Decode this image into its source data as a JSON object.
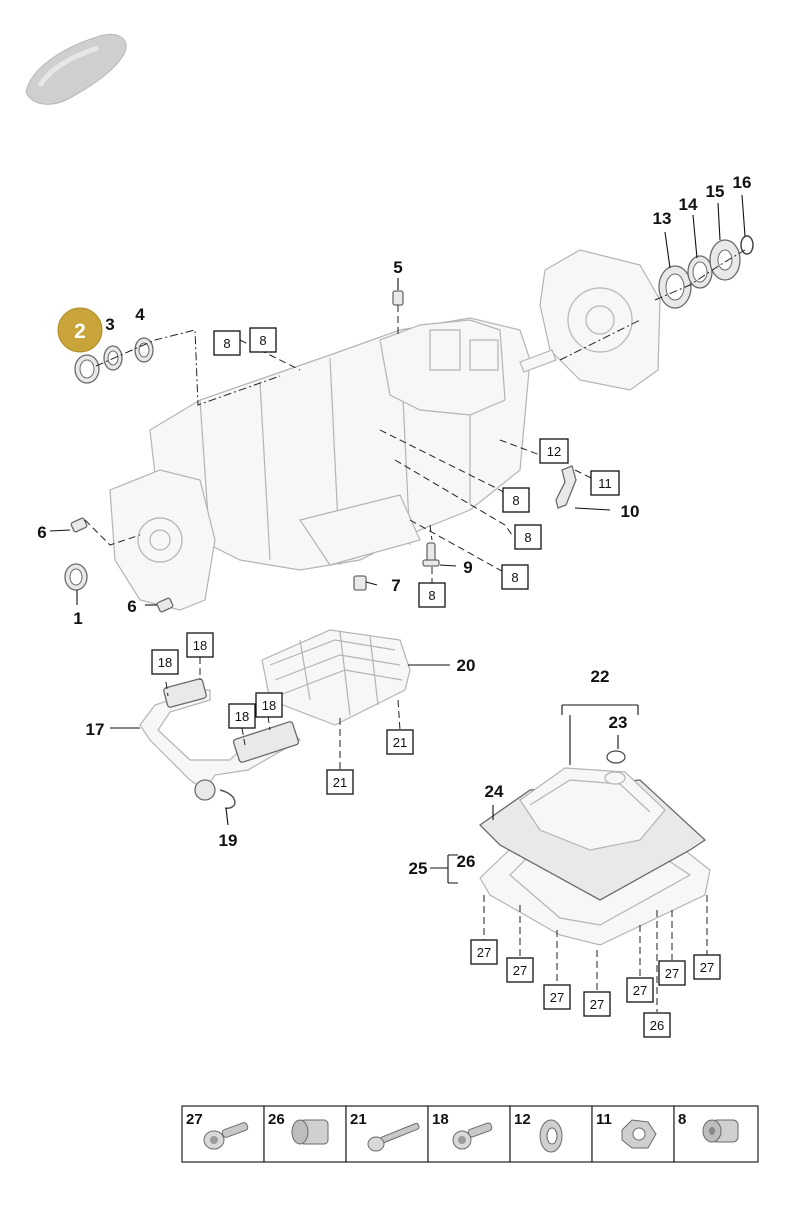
{
  "highlight": {
    "label": "2",
    "color": "#c9a43a"
  },
  "callouts": {
    "c1": "1",
    "c3": "3",
    "c4": "4",
    "c5": "5",
    "c6a": "6",
    "c6b": "6",
    "c7": "7",
    "c9": "9",
    "c10": "10",
    "c13": "13",
    "c14": "14",
    "c15": "15",
    "c16": "16",
    "c17": "17",
    "c19": "19",
    "c20": "20",
    "c22": "22",
    "c23": "23",
    "c24": "24",
    "c25": "25",
    "c26": "26"
  },
  "boxed": {
    "b8a": "8",
    "b8b": "8",
    "b8c": "8",
    "b8d": "8",
    "b8e": "8",
    "b8f": "8",
    "b11": "11",
    "b12": "12",
    "b18a": "18",
    "b18b": "18",
    "b18c": "18",
    "b18d": "18",
    "b21a": "21",
    "b21b": "21",
    "b27a": "27",
    "b27b": "27",
    "b27c": "27",
    "b27d": "27",
    "b27e": "27",
    "b27f": "27",
    "b27g": "27",
    "b26": "26"
  },
  "legend": [
    {
      "label": "27",
      "icon": "flange-bolt-icon"
    },
    {
      "label": "26",
      "icon": "sleeve-nut-icon"
    },
    {
      "label": "21",
      "icon": "long-bolt-icon"
    },
    {
      "label": "18",
      "icon": "short-bolt-icon"
    },
    {
      "label": "12",
      "icon": "washer-icon"
    },
    {
      "label": "11",
      "icon": "hex-nut-icon"
    },
    {
      "label": "8",
      "icon": "plug-icon"
    }
  ]
}
